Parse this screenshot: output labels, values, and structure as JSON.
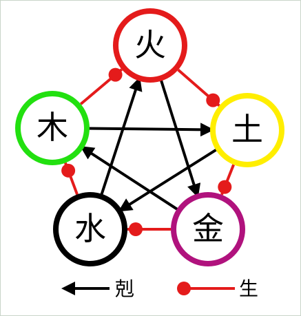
{
  "elements": {
    "fire": {
      "label": "火",
      "color": "#e41b1b"
    },
    "earth": {
      "label": "土",
      "color": "#ffee00"
    },
    "metal": {
      "label": "金",
      "color": "#b0127d"
    },
    "water": {
      "label": "水",
      "color": "#000000"
    },
    "wood": {
      "label": "木",
      "color": "#22e010"
    }
  },
  "generating_cycle": {
    "color": "#e41b1b",
    "links": [
      {
        "from": "wood",
        "to": "fire"
      },
      {
        "from": "fire",
        "to": "earth"
      },
      {
        "from": "earth",
        "to": "metal"
      },
      {
        "from": "metal",
        "to": "water"
      },
      {
        "from": "water",
        "to": "wood"
      }
    ]
  },
  "controlling_cycle": {
    "color": "#000000",
    "links": [
      {
        "from": "wood",
        "to": "earth"
      },
      {
        "from": "earth",
        "to": "water"
      },
      {
        "from": "water",
        "to": "fire"
      },
      {
        "from": "fire",
        "to": "metal"
      },
      {
        "from": "metal",
        "to": "wood"
      }
    ]
  },
  "legend": {
    "controlling_label": "剋",
    "generating_label": "生"
  }
}
